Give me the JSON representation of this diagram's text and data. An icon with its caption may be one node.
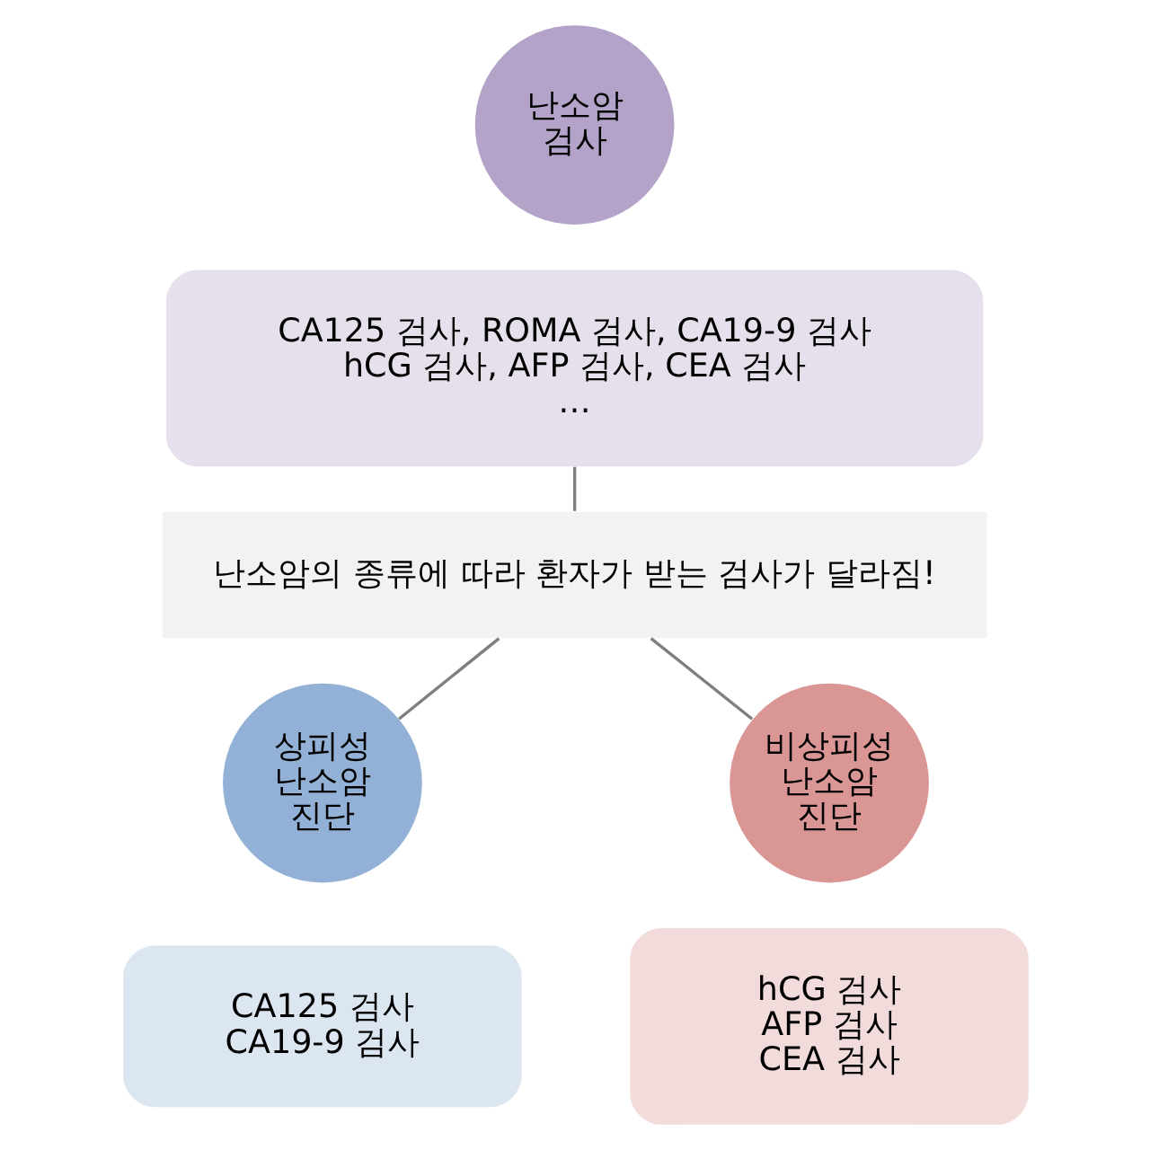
{
  "diagram": {
    "nodes": [
      {
        "text": [
          "난소암 검사"
        ]
      },
      {
        "text": [
          "CA125 검사, ROMA 검사, CA19-9 검사",
          "hCG 검사, AFP 검사, CEA 검사",
          "…"
        ]
      },
      {
        "text": [
          "난소암의 종류에 따라 환자가 받는 검사가 달라짐!"
        ]
      },
      {
        "text": [
          "상피성 난소암 진단"
        ]
      },
      {
        "text": [
          "CA125 검사",
          "CA19-9 검사"
        ]
      },
      {
        "text": [
          "비상피성 난소암 진단"
        ]
      },
      {
        "text": [
          "hCG 검사",
          "AFP 검사",
          "CEA 검사"
        ]
      }
    ],
    "edges": [
      {
        "from": 1,
        "to": 2,
        "arrow": "none"
      },
      {
        "from": 2,
        "to": 3,
        "arrow": "none"
      },
      {
        "from": 2,
        "to": 5,
        "arrow": "none"
      }
    ]
  }
}
